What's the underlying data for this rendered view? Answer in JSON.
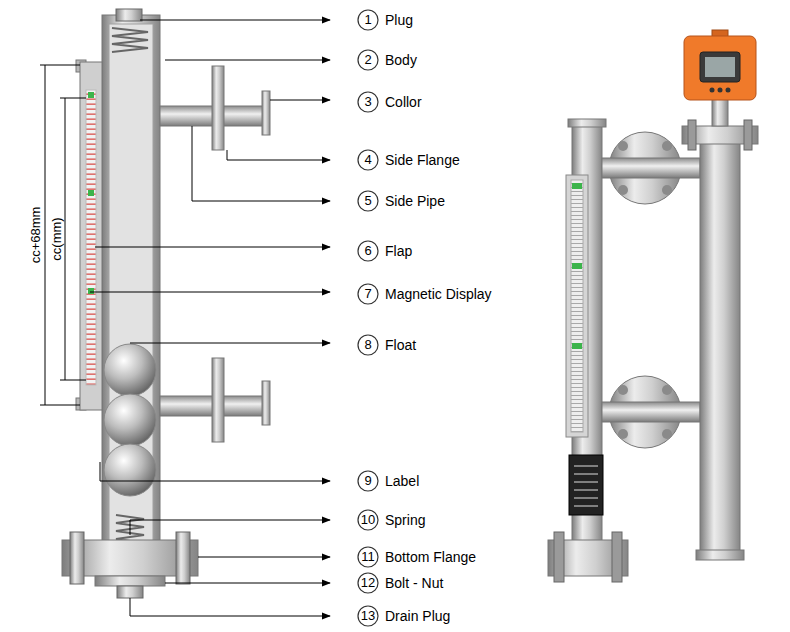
{
  "diagram": {
    "nodes": [
      {
        "text": [
          "1",
          "Plug"
        ]
      },
      {
        "text": [
          "2",
          "Body"
        ]
      },
      {
        "text": [
          "3",
          "Collor"
        ]
      },
      {
        "text": [
          "4",
          "Side Flange"
        ]
      },
      {
        "text": [
          "5",
          "Side Pipe"
        ]
      },
      {
        "text": [
          "6",
          "Flap"
        ]
      },
      {
        "text": [
          "7",
          "Magnetic Display"
        ]
      },
      {
        "text": [
          "8",
          "Float"
        ]
      },
      {
        "text": [
          "9",
          "Label"
        ]
      },
      {
        "text": [
          "10",
          "Spring"
        ]
      },
      {
        "text": [
          "11",
          "Bottom Flange"
        ]
      },
      {
        "text": [
          "12",
          "Bolt - Nut"
        ]
      },
      {
        "text": [
          "13",
          "Drain Plug"
        ]
      }
    ],
    "labels": [
      "cc+68mm",
      "cc(mm)"
    ]
  }
}
